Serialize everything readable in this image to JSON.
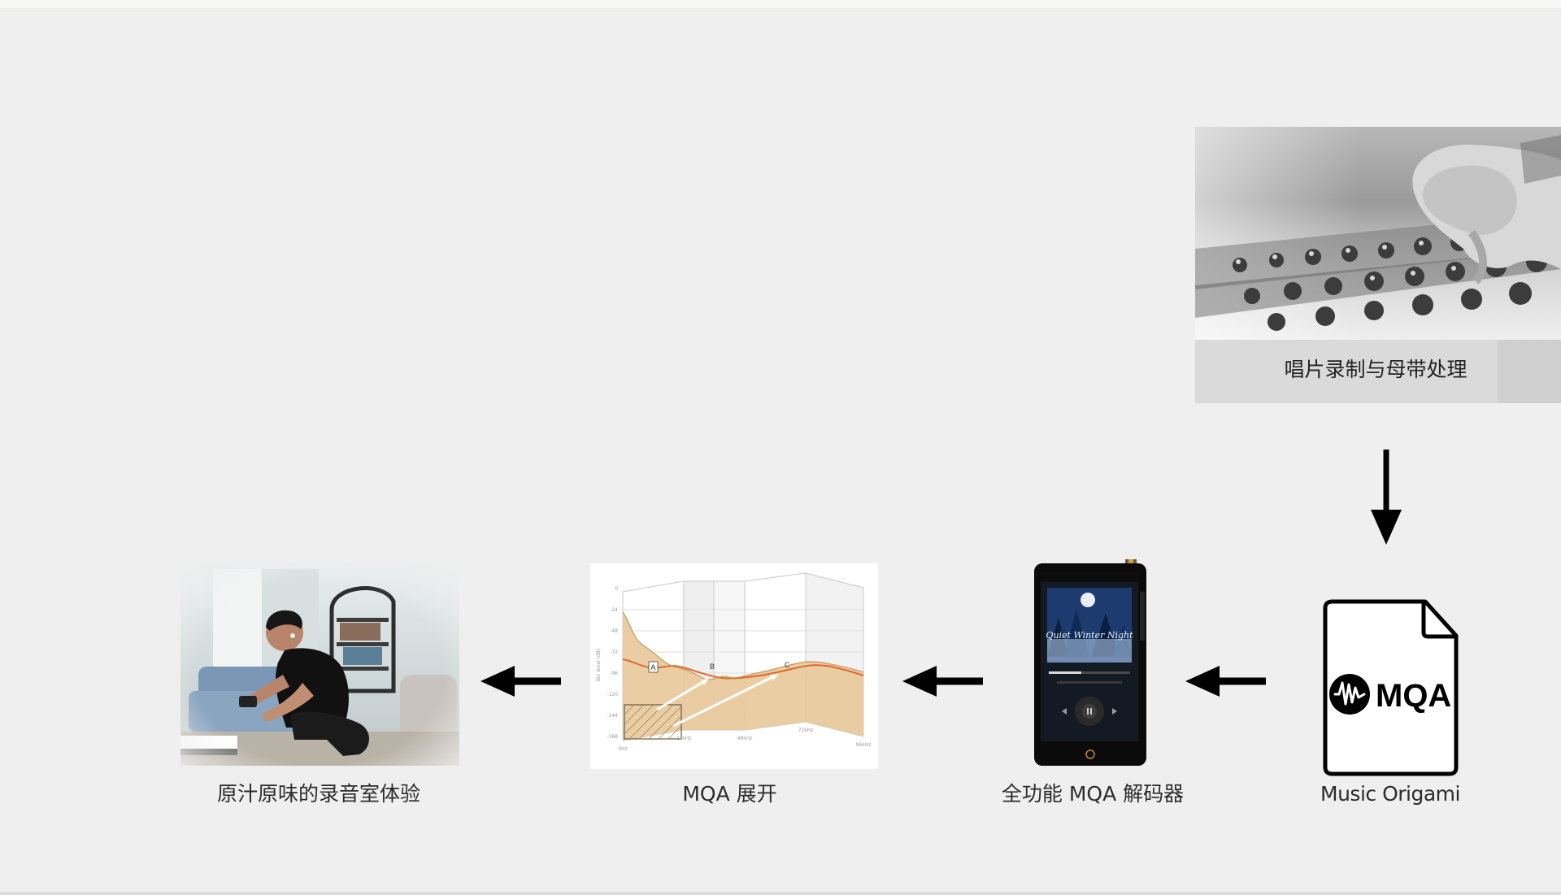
{
  "steps": [
    {
      "id": "recording",
      "caption": "唱片录制与母带处理",
      "icon": "mixing-console-photo"
    },
    {
      "id": "origami",
      "caption": "Music Origami",
      "icon": "mqa-file-icon",
      "logo_text": "MQA"
    },
    {
      "id": "decoder",
      "caption": "全功能 MQA 解码器",
      "icon": "digital-audio-player"
    },
    {
      "id": "unfold",
      "caption": "MQA 展开",
      "icon": "mqa-unfold-chart"
    },
    {
      "id": "studio",
      "caption": "原汁原味的录音室体验",
      "icon": "listener-photo"
    }
  ],
  "player_screen": {
    "album_title": "Quiet Winter Night"
  },
  "unfold_chart": {
    "y_ticks": [
      "0",
      "-24",
      "-48",
      "-72",
      "-96",
      "-120",
      "-144",
      "-168"
    ],
    "y_label": "Bin level (dB)",
    "x_ticks": [
      "0Hz",
      "24kHz",
      "48kHz",
      "72kHz",
      "96kHz"
    ],
    "markers": [
      "A",
      "B",
      "C"
    ]
  },
  "colors": {
    "background": "#efefef",
    "arrow": "#000000",
    "chart_fill": "#e9c89a",
    "chart_line": "#e06a2a",
    "card_band": "#dadada"
  }
}
